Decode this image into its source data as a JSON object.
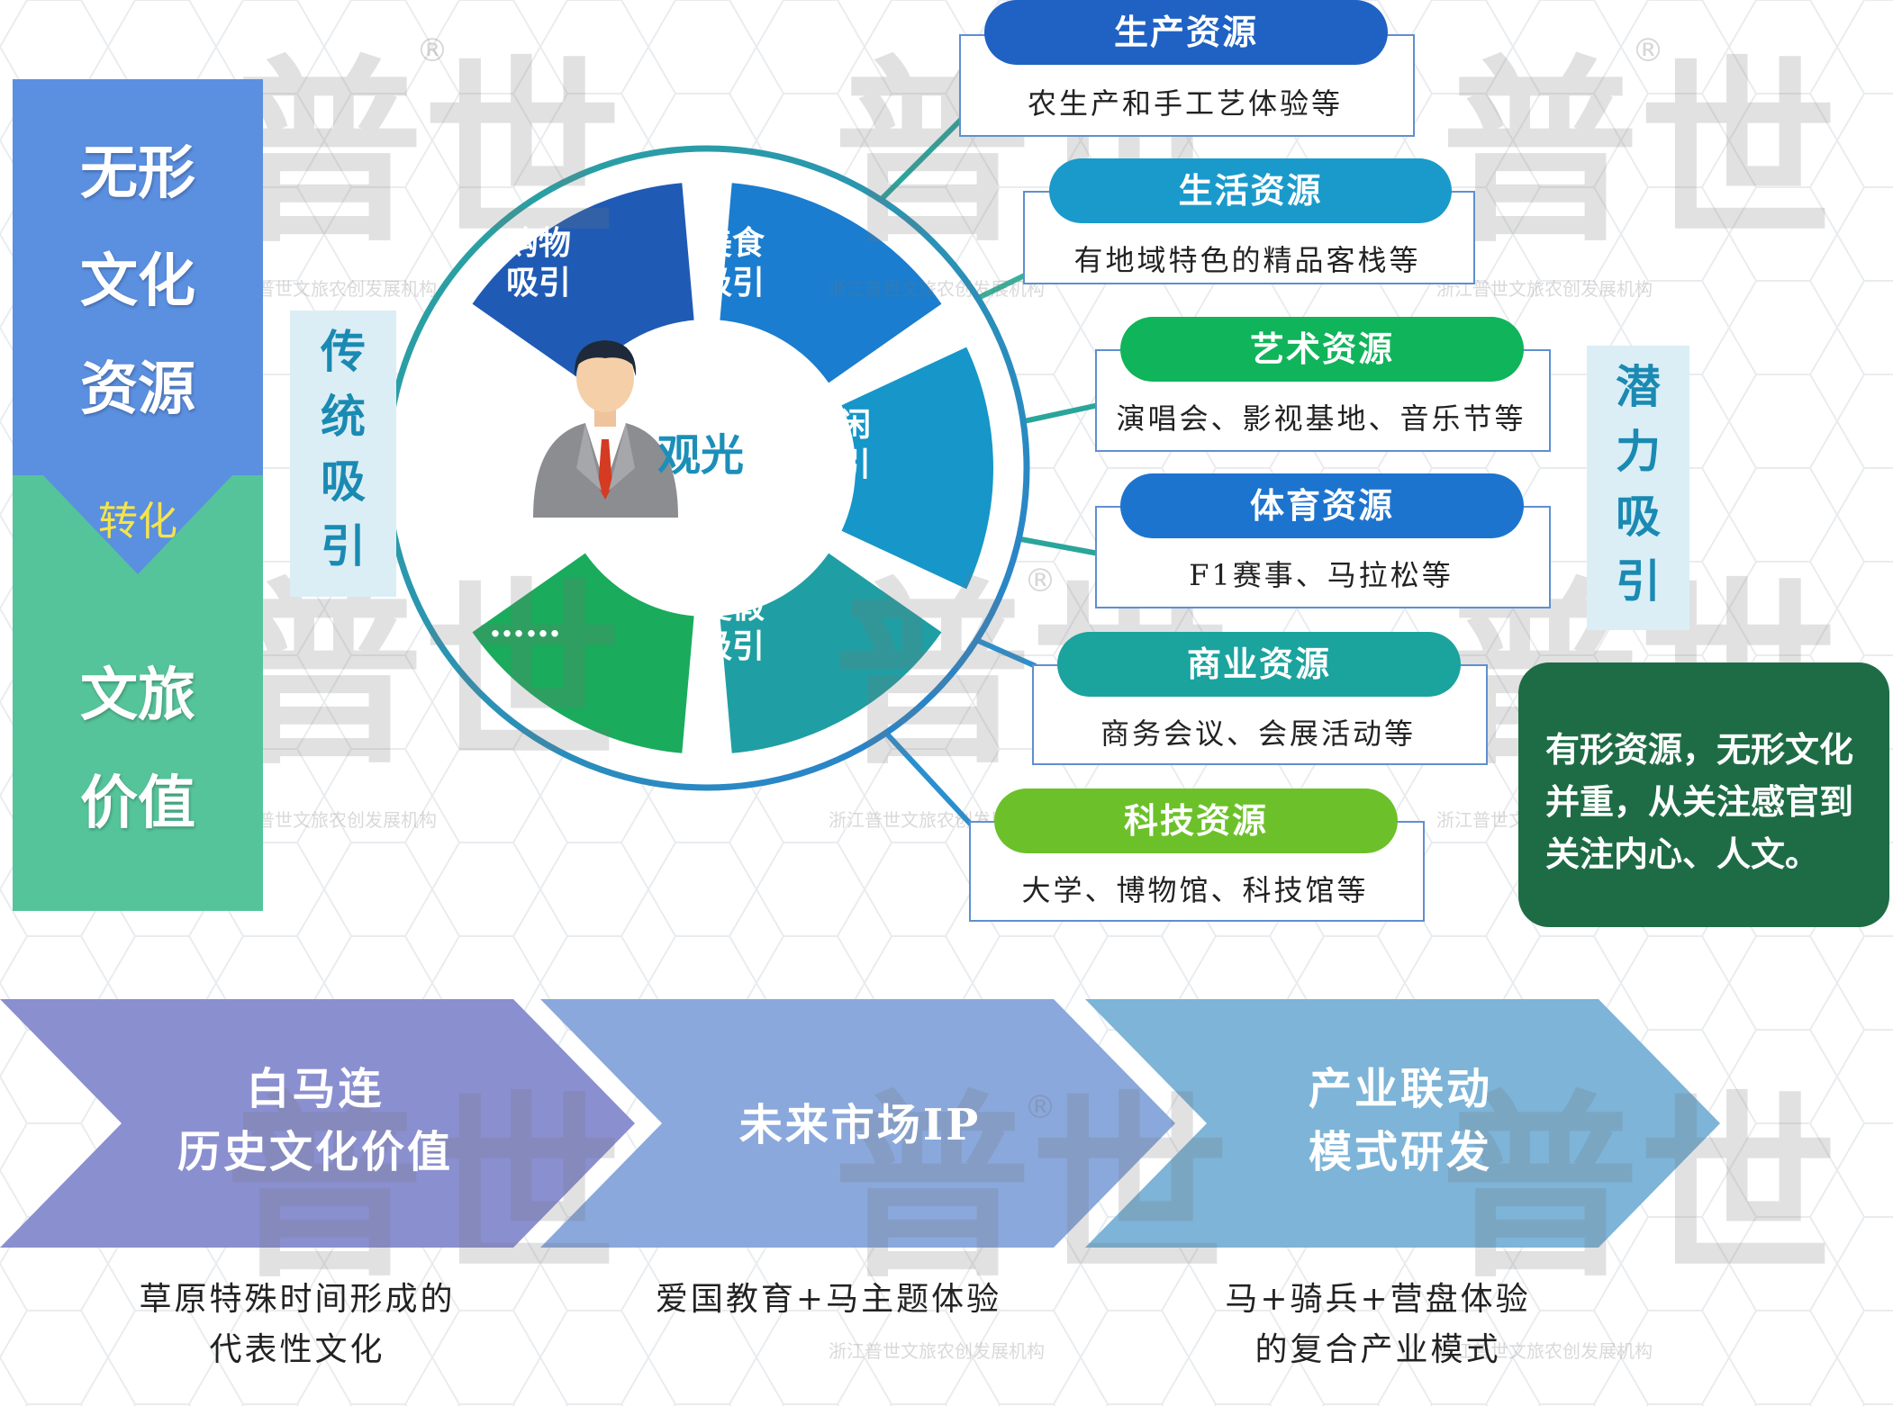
{
  "left_bar": {
    "top_text": "无形\n文化\n资源",
    "convert_text": "转化",
    "bottom_text": "文旅\n价值",
    "top_color": "#5b8fe0",
    "bottom_color": "#55c49a"
  },
  "traditional_label": "传\n统\n吸\n引",
  "potential_label": "潜\n力\n吸\n引",
  "wheel": {
    "center_label": "观光",
    "segments": [
      {
        "label": "购物\n吸引",
        "color": "#1f5bb5"
      },
      {
        "label": "美食\n吸引",
        "color": "#1a7dcf"
      },
      {
        "label": "休闲\n吸引",
        "color": "#1696c9"
      },
      {
        "label": "度假\n吸引",
        "color": "#1f9fa3"
      },
      {
        "label": "……",
        "color": "#1aab5c"
      }
    ],
    "ring_color": "#2aa59b",
    "person_icon": "businessman-icon"
  },
  "resources": [
    {
      "title": "生产资源",
      "desc": "农生产和手工艺体验等",
      "color": "#1f62c4"
    },
    {
      "title": "生活资源",
      "desc": "有地域特色的精品客栈等",
      "color": "#1a9acb"
    },
    {
      "title": "艺术资源",
      "desc": "演唱会、影视基地、音乐节等",
      "color": "#10b45a"
    },
    {
      "title": "体育资源",
      "desc": "F1赛事、马拉松等",
      "color": "#1c74cf"
    },
    {
      "title": "商业资源",
      "desc": "商务会议、会展活动等",
      "color": "#1ba39e"
    },
    {
      "title": "科技资源",
      "desc": "大学、博物馆、科技馆等",
      "color": "#6cc12a"
    }
  ],
  "note": {
    "text": "有形资源，无形文化并重，从关注感官到关注内心、人文。",
    "color": "#1e6c45"
  },
  "chevrons": [
    {
      "title": "白马连\n历史文化价值",
      "desc": "草原特殊时间形成的\n代表性文化",
      "color": "#8a8fd0"
    },
    {
      "title": "未来市场IP",
      "desc": "爱国教育+马主题体验",
      "color": "#8aa8dc"
    },
    {
      "title": "产业联动\n模式研发",
      "desc": "马+骑兵+营盘体验\n的复合产业模式",
      "color": "#7db4d8"
    }
  ],
  "watermark": {
    "glyph": "普世",
    "org": "浙江普世文旅农创发展机构",
    "mark": "®"
  }
}
